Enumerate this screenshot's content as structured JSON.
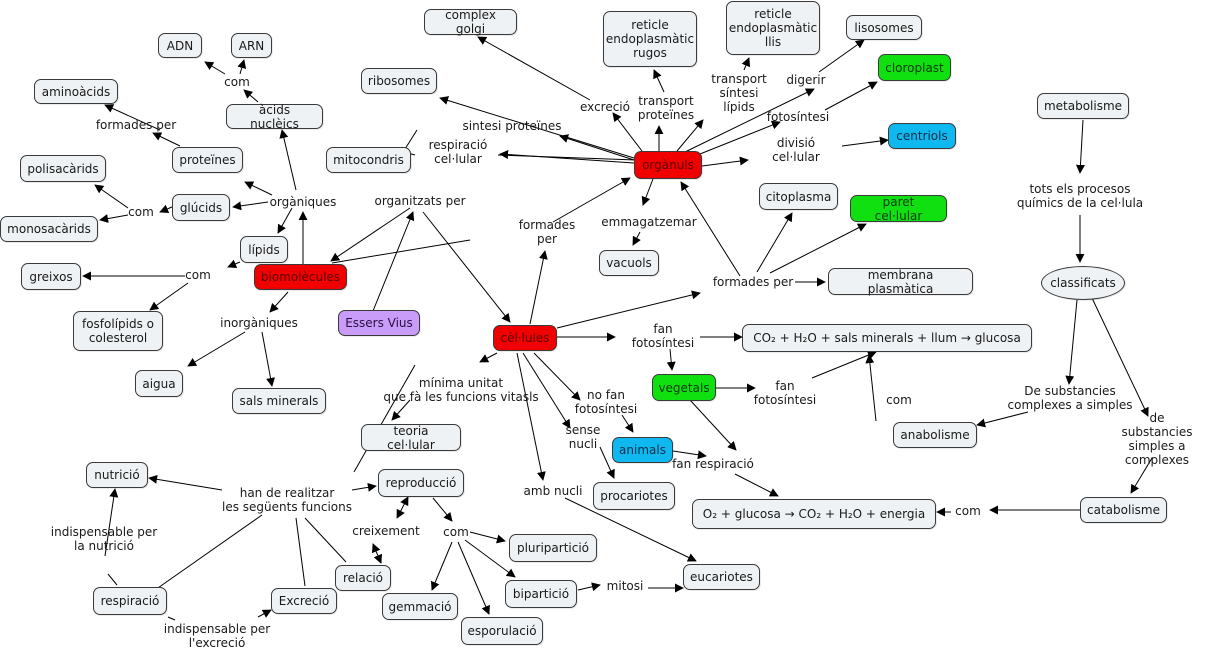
{
  "colors": {
    "default_node": "#eef2f4",
    "red": "#f00000",
    "green": "#10e010",
    "blue": "#10b8f0",
    "purple": "#c89cf8"
  },
  "nodes": {
    "adn": "ADN",
    "arn": "ARN",
    "aminoacids": "aminoàcids",
    "acids_nucleics": "àcids nuclèics",
    "proteines": "proteïnes",
    "polisacarids": "polisacàrids",
    "glucids": "glúcids",
    "monosacarids": "monosacàrids",
    "lipids": "lípids",
    "greixos": "greixos",
    "biomolecules": "biomolècules",
    "fosfolipids": "fosfolípids o\ncolesterol",
    "aigua": "aigua",
    "sals_minerals": "sals minerals",
    "essers_vius": "Essers Vius",
    "ribosomes": "ribosomes",
    "mitocondris": "mitocondris",
    "complex_golgi": "complex golgi",
    "reticle_rugos": "reticle\nendoplasmàtic\nrugos",
    "reticle_llis": "reticle\nendoplasmàtic\nllis",
    "lisosomes": "lisosomes",
    "cloroplast": "cloroplast",
    "centriols": "centriols",
    "organuls": "orgànuls",
    "citoplasma": "citoplasma",
    "paret_cellular": "paret cel·lular",
    "vacuols": "vacuols",
    "membrana": "membrana plasmàtica",
    "cellules": "cèl·lules",
    "fotosintesi_eq": "CO₂ + H₂O + sals minerals + llum → glucosa",
    "vegetals": "vegetals",
    "animals": "animals",
    "teoria_cellular": "teoria cel·lular",
    "procariotes": "procariotes",
    "respiracio_eq": "O₂ + glucosa → CO₂ + H₂O + energia",
    "eucariotes": "eucariotes",
    "nutricio": "nutrició",
    "reproduccio": "reproducció",
    "relacio": "relació",
    "respiracio": "respiració",
    "excrecio": "Excreció",
    "pluriparticio": "pluripartició",
    "biparticio": "bipartició",
    "gemmacio": "gemmació",
    "esporulacio": "esporulació",
    "metabolisme": "metabolisme",
    "classificats": "classificats",
    "anabolisme": "anabolisme",
    "catabolisme": "catabolisme"
  },
  "labels": {
    "com_acids": "com",
    "formades_per_prot": "formades per",
    "com_glucids": "com",
    "organiques": "orgàniques",
    "com_lipids": "com",
    "inorganiques": "inorgàniques",
    "organitzats_per": "organitzats per",
    "sintesi_proteines": "sintesi proteïnes",
    "respiracio_cellular": "respiració\ncel·lular",
    "excrecio_l": "excreció",
    "transport_proteines": "transport\nproteïnes",
    "transport_sintesi": "transport\nsíntesi\nlípids",
    "digerir": "digerir",
    "fotosintesi_org": "fotosíntesi",
    "divisio_cellular": "divisió\ncel·lular",
    "formades_per_cel": "formades\nper",
    "emmagatzemar": "emmagatzemar",
    "formades_per_mem": "formades per",
    "fan_fotosintesi_1": "fan\nfotosíntesi",
    "fan_fotosintesi_2": "fan\nfotosíntesi",
    "minima_unitat": "mínima unitat\nque fà les funcions vitasls",
    "no_fan_fotosintesi": "no fan\nfotosíntesi",
    "sense_nucli": "sense\nnucli",
    "amb_nucli": "amb nucli",
    "fan_respiracio": "fan respiració",
    "han_de_realitzar": "han de realitzar\nles següents funcions",
    "indispensable_nutricio": "indispensable per\nla nutrició",
    "indispensable_excrecio": "indispensable per\nl'excreció",
    "creixement": "creixement",
    "com_repro": "com",
    "mitosi": "mitosi",
    "tots_els_procesos": "tots els procesos\nquímics de la cel·lula",
    "de_complexes": "De substancies\ncomplexes a simples",
    "de_simples": "de substancies\nsimples a complexes",
    "com_anab": "com",
    "com_catab": "com"
  }
}
